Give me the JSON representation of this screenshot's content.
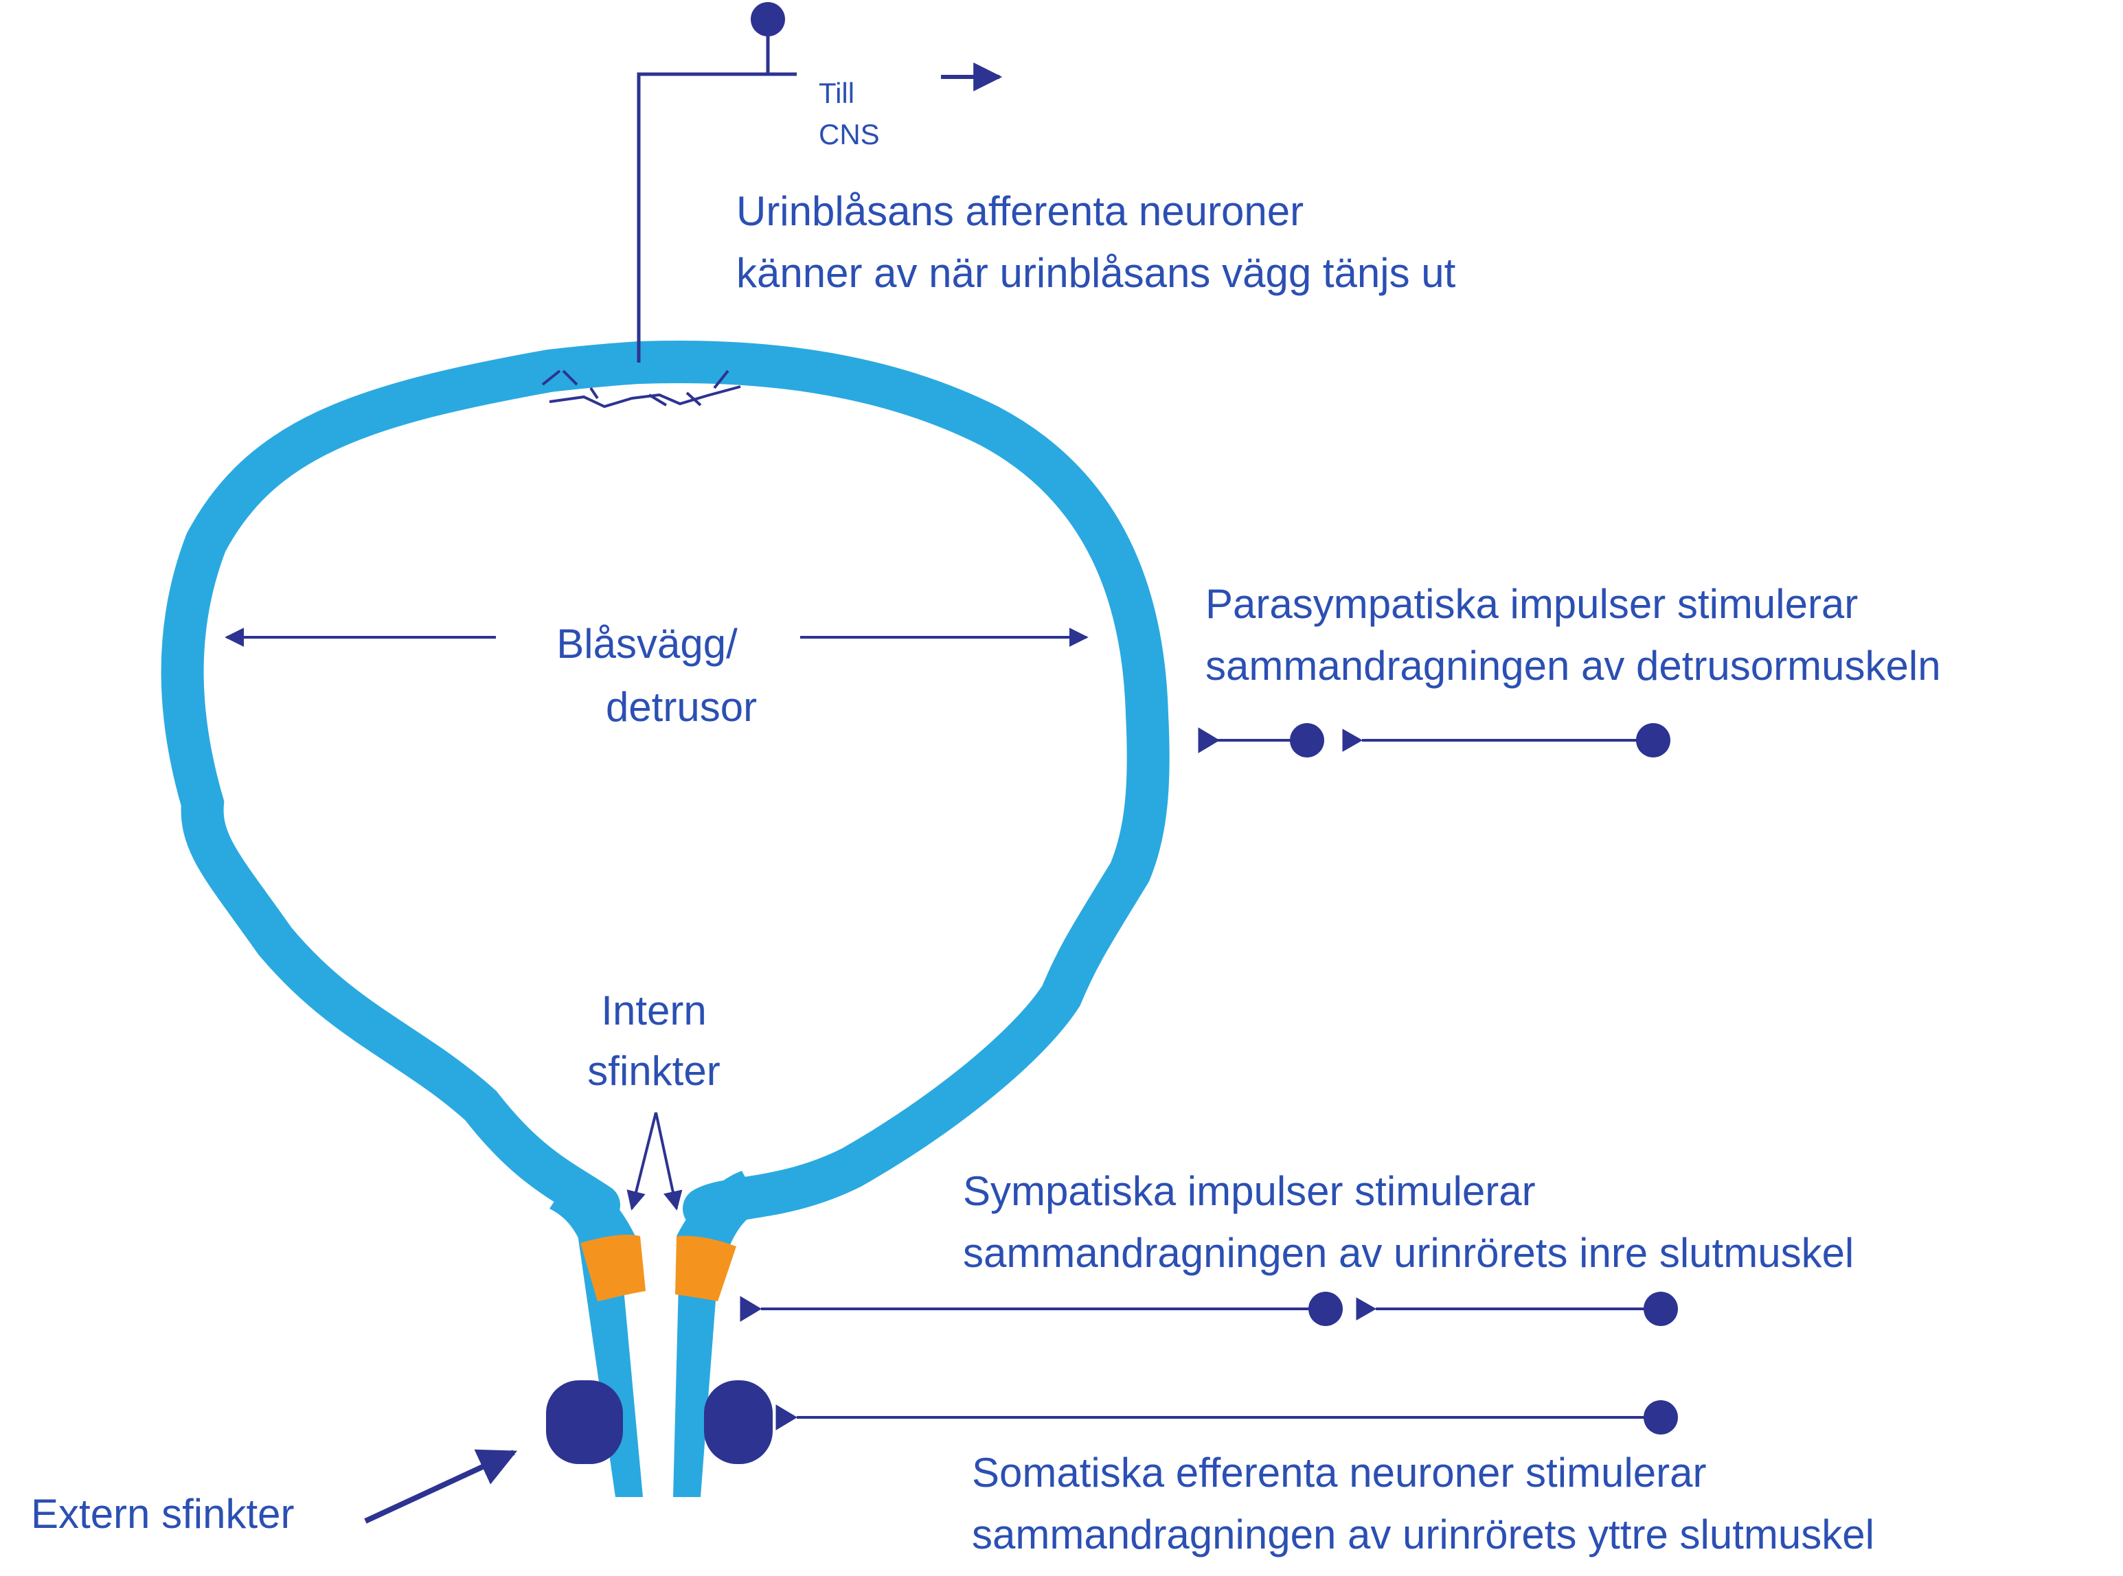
{
  "colors": {
    "bladder": "#2aa9e0",
    "sphincter_internal": "#f4941f",
    "sphincter_external": "#2d3391",
    "neuron": "#2d3391",
    "text": "#2b4fb3",
    "background": "#ffffff"
  },
  "labels": {
    "to_cns": [
      "Till",
      "CNS"
    ],
    "afferent": [
      "Urinblåsans afferenta neuroner",
      "känner av när urinblåsans vägg tänjs ut"
    ],
    "wall": [
      "Blåsvägg/",
      "detrusor"
    ],
    "parasympathetic": [
      "Parasympatiska impulser stimulerar",
      "sammandragningen av detrusormuskeln"
    ],
    "internal_sphincter": [
      "Intern",
      "sfinkter"
    ],
    "sympathetic": [
      "Sympatiska impulser stimulerar",
      "sammandragningen av urinrörets inre slutmuskel"
    ],
    "external_sphincter": "Extern sfinkter",
    "somatic": [
      "Somatiska efferenta neuroner stimulerar",
      "sammandragningen av urinrörets yttre slutmuskel"
    ]
  }
}
